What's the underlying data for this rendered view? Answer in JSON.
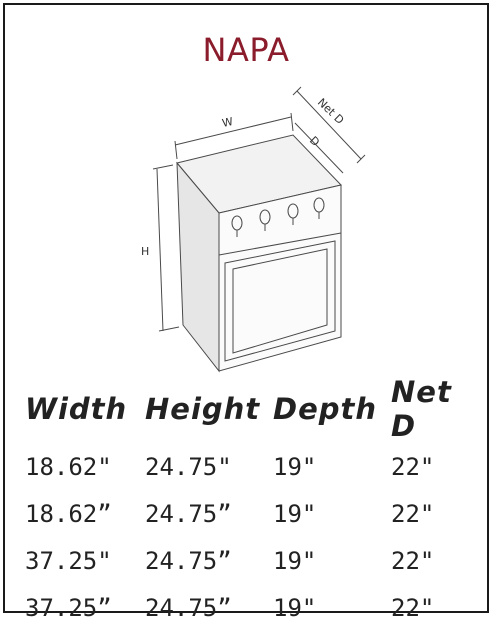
{
  "title": "NAPA",
  "colors": {
    "title": "#8a1c2b",
    "lines": "#4a4a4a"
  },
  "diagram": {
    "labels": {
      "width": "W",
      "height": "H",
      "depth": "D",
      "net_depth": "Net D"
    }
  },
  "table": {
    "headers": [
      "Width",
      "Height",
      "Depth",
      "Net D"
    ],
    "rows": [
      [
        "18.62\"",
        "24.75\"",
        "19\"",
        "22\""
      ],
      [
        "18.62”",
        "24.75”",
        "19\"",
        "22\""
      ],
      [
        "37.25\"",
        "24.75”",
        "19\"",
        "22\""
      ],
      [
        "37.25”",
        "24.75”",
        "19\"",
        "22\""
      ]
    ]
  }
}
